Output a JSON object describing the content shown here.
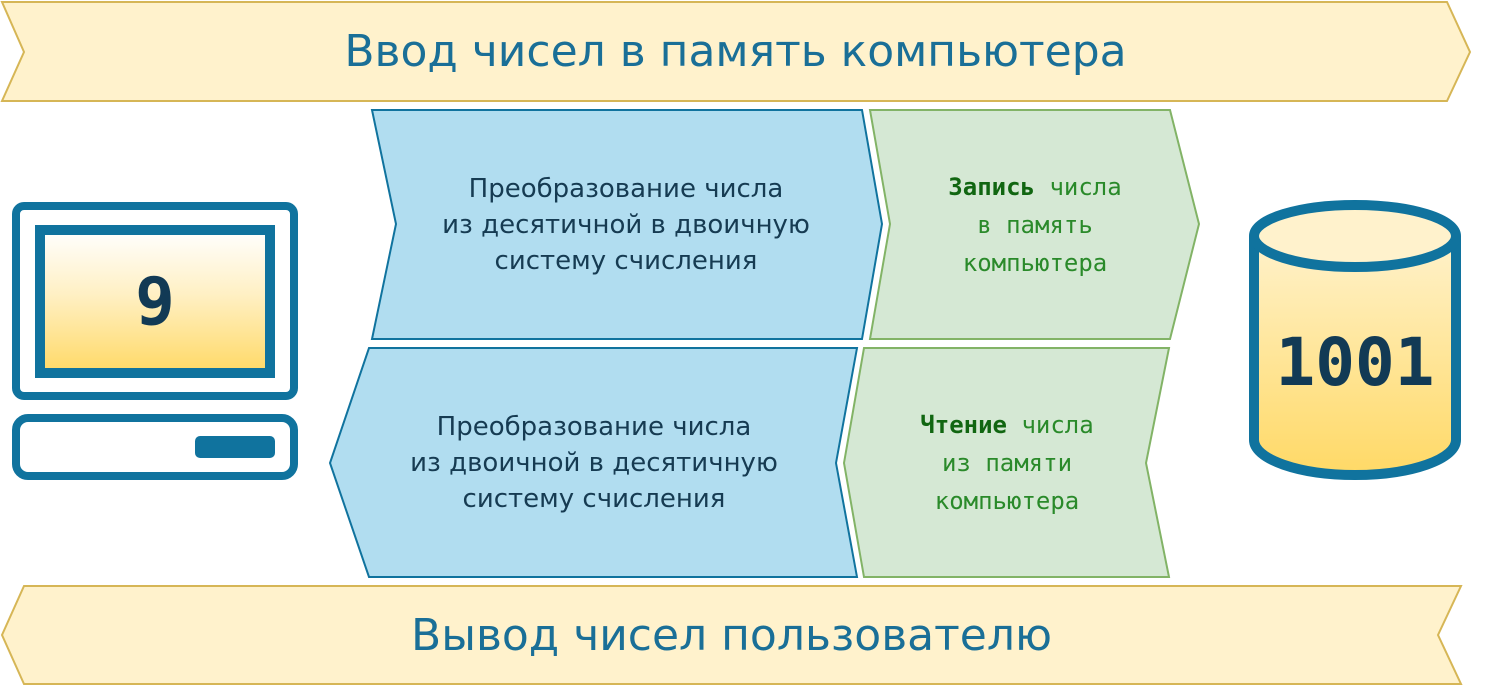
{
  "banners": {
    "top": "Ввод чисел в память компьютера",
    "bottom": "Вывод чисел пользователю"
  },
  "steps": {
    "to_binary": [
      "Преобразование числа",
      "из десятичной в двоичную",
      "систему счисления"
    ],
    "to_decimal": [
      "Преобразование числа",
      "из двоичной в десятичную",
      "систему счисления"
    ],
    "write": {
      "bold": "Запись",
      "rest": [
        "числа",
        "в память",
        "компьютера"
      ]
    },
    "read": {
      "bold": "Чтение",
      "rest": [
        "числа",
        "из памяти",
        "компьютера"
      ]
    }
  },
  "icons": {
    "computer": {
      "icon": "computer-icon",
      "value": "9"
    },
    "memory": {
      "icon": "database-icon",
      "value": "1001"
    }
  },
  "colors": {
    "banner_fill": "#fff2cc",
    "banner_stroke": "#d6b656",
    "banner_text": "#1a6f97",
    "blue_fill": "#b1ddf0",
    "blue_stroke": "#10739e",
    "green_fill": "#d5e8d4",
    "green_stroke": "#82b366",
    "icon_stroke": "#10739e"
  }
}
